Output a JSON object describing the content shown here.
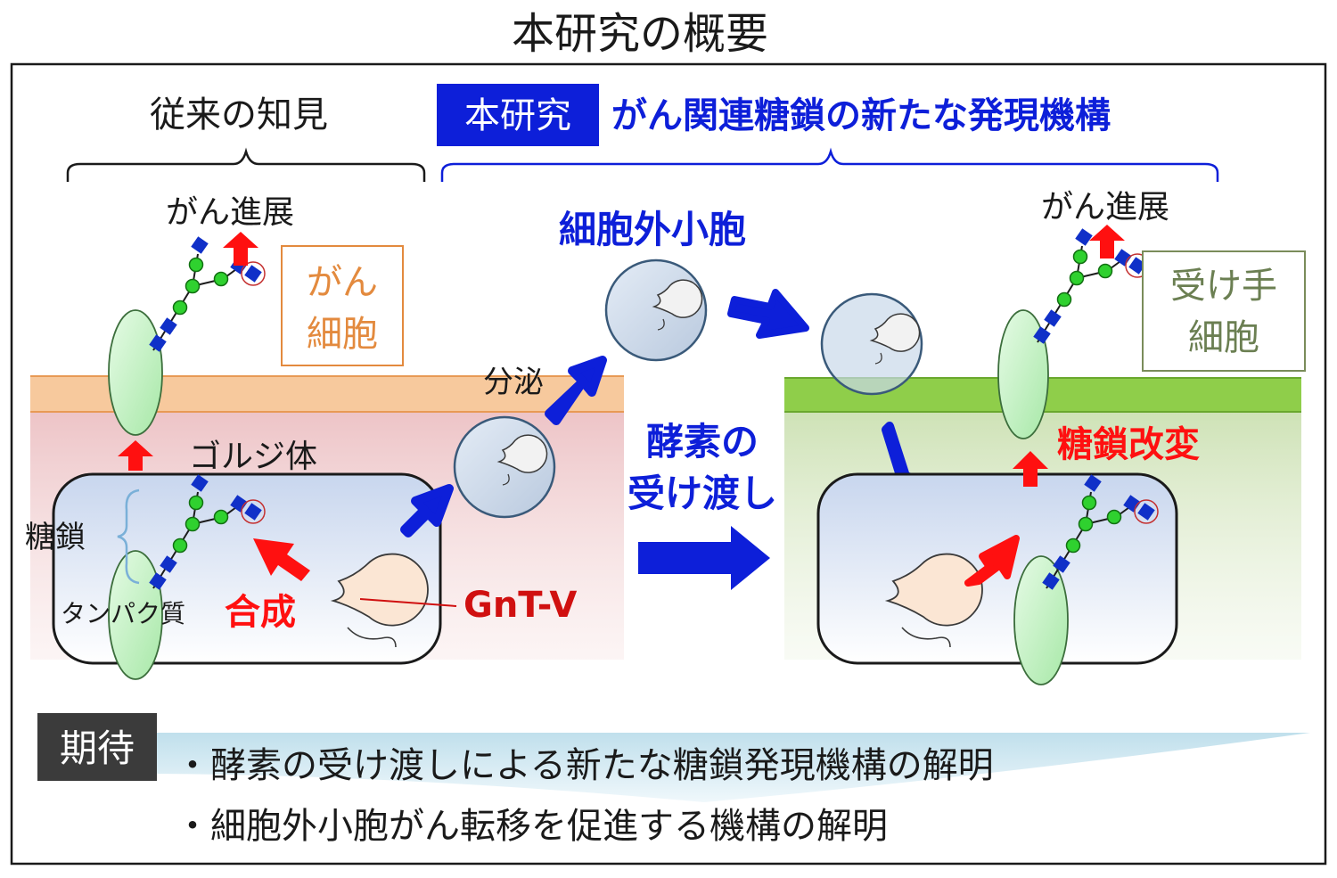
{
  "title": "本研究の概要",
  "conventional": {
    "heading": "従来の知見"
  },
  "study": {
    "badge": "本研究",
    "heading": "がん関連糖鎖の新たな発現機構"
  },
  "left_cell": {
    "progression": "がん進展",
    "cell_label_line1": "がん",
    "cell_label_line2": "細胞",
    "golgi": "ゴルジ体",
    "glycan": "糖鎖",
    "protein": "タンパク質",
    "synthesis": "合成",
    "enzyme": "GnT-V",
    "secretion": "分泌"
  },
  "middle": {
    "ev_label": "細胞外小胞",
    "transfer_line1": "酵素の",
    "transfer_line2": "受け渡し"
  },
  "right_cell": {
    "progression": "がん進展",
    "cell_label_line1": "受け手",
    "cell_label_line2": "細胞",
    "modification": "糖鎖改変"
  },
  "expectations": {
    "badge": "期待",
    "items": [
      "・酵素の受け渡しによる新たな糖鎖発現機構の解明",
      "・細胞外小胞がん転移を促進する機構の解明"
    ]
  },
  "colors": {
    "blue": "#0d1fd9",
    "red": "#ff1010",
    "dark_red": "#d01010",
    "orange_label": "#e38a3e",
    "green_label": "#7a8c5a",
    "membrane_orange": "#f6c08c",
    "membrane_green": "#8fce4a",
    "vesicle_fill": "#c9d8ea",
    "glycan_green": "#2fd12f",
    "glycan_blue": "#1030c8"
  }
}
